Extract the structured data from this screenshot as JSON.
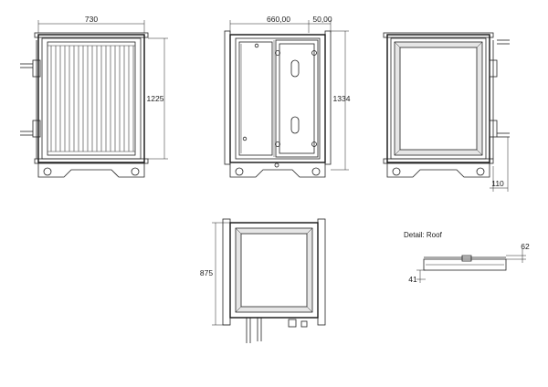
{
  "drawing": {
    "front_view": {
      "width_dim": "730",
      "height_dim": "1225"
    },
    "side_view": {
      "width_dim": "660,00",
      "offset_dim": "50,00",
      "height_dim": "1334"
    },
    "rear_view": {
      "foot_dim": "110"
    },
    "top_view": {
      "depth_dim": "875"
    },
    "detail": {
      "title": "Detail: Roof",
      "top_dim": "62",
      "bottom_dim": "41"
    }
  }
}
